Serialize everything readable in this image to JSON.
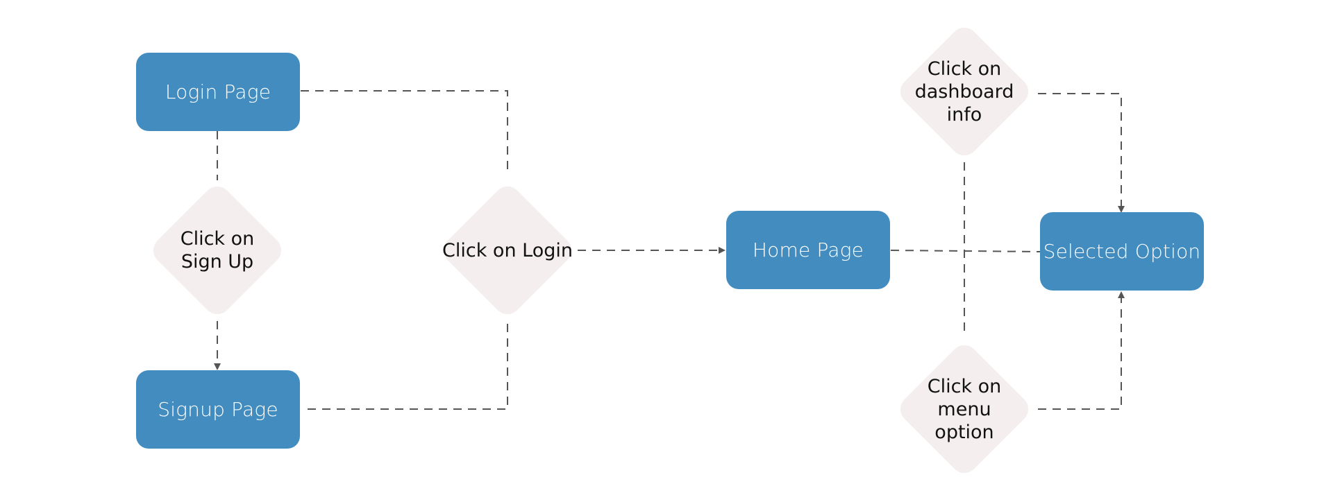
{
  "diagram": {
    "colors": {
      "box_fill": "#428cc0",
      "box_text": "#ffffff",
      "decision_fill": "#f4efee",
      "decision_text": "#111111",
      "connector": "#555555"
    },
    "nodes": {
      "login_page": {
        "label": "Login Page"
      },
      "signup_page": {
        "label": "Signup Page"
      },
      "home_page": {
        "label": "Home Page"
      },
      "selected_option": {
        "label": "Selected Option"
      },
      "click_signup": {
        "label": "Click on\nSign Up"
      },
      "click_login": {
        "label": "Click on Login"
      },
      "click_dashboard": {
        "label": "Click on\ndashboard\ninfo"
      },
      "click_menu": {
        "label": "Click on\nmenu\noption"
      }
    },
    "edges": [
      {
        "from": "login_page",
        "to": "click_signup",
        "style": "dashed",
        "arrow": false
      },
      {
        "from": "click_signup",
        "to": "signup_page",
        "style": "dashed",
        "arrow": true
      },
      {
        "from": "login_page",
        "to": "click_login",
        "style": "dashed",
        "arrow": false
      },
      {
        "from": "signup_page",
        "to": "click_login",
        "style": "dashed",
        "arrow": false
      },
      {
        "from": "click_login",
        "to": "home_page",
        "style": "dashed",
        "arrow": true
      },
      {
        "from": "home_page",
        "to": "selected_option",
        "style": "dashed",
        "arrow": false
      },
      {
        "from": "click_dashboard",
        "to": "selected_option",
        "style": "dashed",
        "arrow": true
      },
      {
        "from": "click_menu",
        "to": "selected_option",
        "style": "dashed",
        "arrow": true
      },
      {
        "from": "click_dashboard",
        "to": "click_menu",
        "style": "dashed",
        "arrow": false
      }
    ]
  }
}
